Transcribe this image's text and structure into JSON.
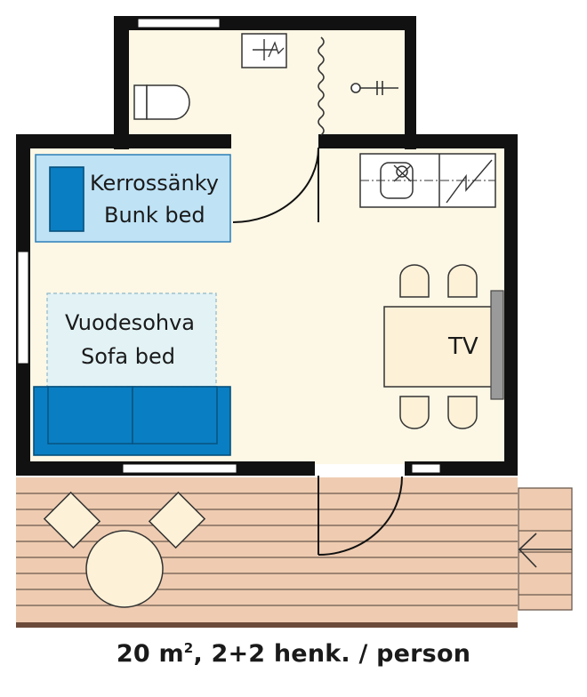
{
  "labels": {
    "bunk_bed_fi": "Kerrossänky",
    "bunk_bed_en": "Bunk bed",
    "sofa_bed_fi": "Vuodesohva",
    "sofa_bed_en": "Sofa bed",
    "tv": "TV"
  },
  "caption": {
    "area_value": "20 m",
    "area_sup": "2",
    "rest": ", 2+2 henk. / person"
  },
  "colors": {
    "floor": "#fdf7e5",
    "wall": "#111111",
    "bunk_area": "#bfe2f5",
    "sofa_area": "#e2f2f5",
    "blue_furniture": "#0a7ec2",
    "terrace": "#efccb1",
    "terrace_lines": "#6b5a4e"
  }
}
